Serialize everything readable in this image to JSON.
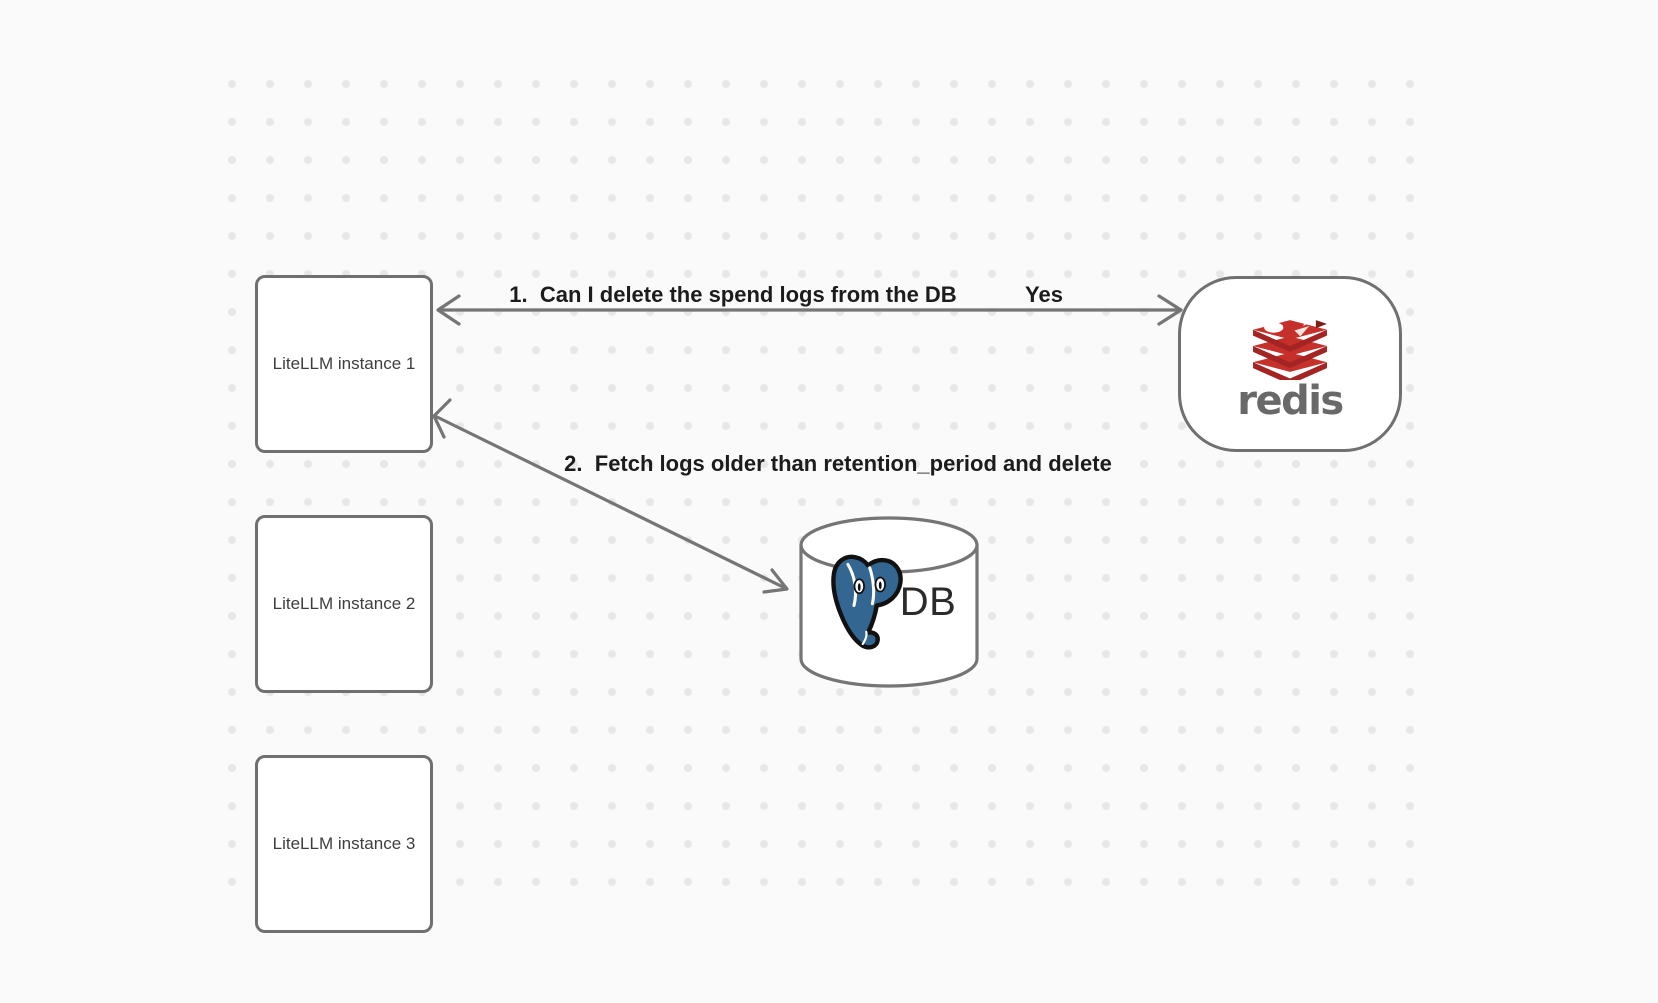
{
  "diagram": {
    "nodes": {
      "instances": [
        {
          "label": "LiteLLM instance 1"
        },
        {
          "label": "LiteLLM instance 2"
        },
        {
          "label": "LiteLLM instance 3"
        }
      ],
      "redis": {
        "label": "redis",
        "logo": "redis-stacked-discs-logo"
      },
      "db": {
        "label": "DB",
        "logo": "postgresql-elephant-logo"
      }
    },
    "arrows": [
      {
        "label": "1.  Can I delete the spend logs from the DB",
        "response": "Yes",
        "from": "LiteLLM instance 1",
        "to": "redis",
        "bidirectional": true
      },
      {
        "label": "2.  Fetch logs older than retention_period and delete",
        "from": "LiteLLM instance 1",
        "to": "DB",
        "bidirectional": true
      }
    ],
    "colors": {
      "background": "#fafafa",
      "grid_dot": "#e7e7e7",
      "stroke_gray": "#757575",
      "label_text": "#1c1c1c",
      "node_text": "#3d3d3d",
      "redis_red": "#c6302b",
      "redis_red_dark": "#a32422",
      "redis_wordmark": "#696969",
      "postgres_blue": "#336791"
    }
  }
}
